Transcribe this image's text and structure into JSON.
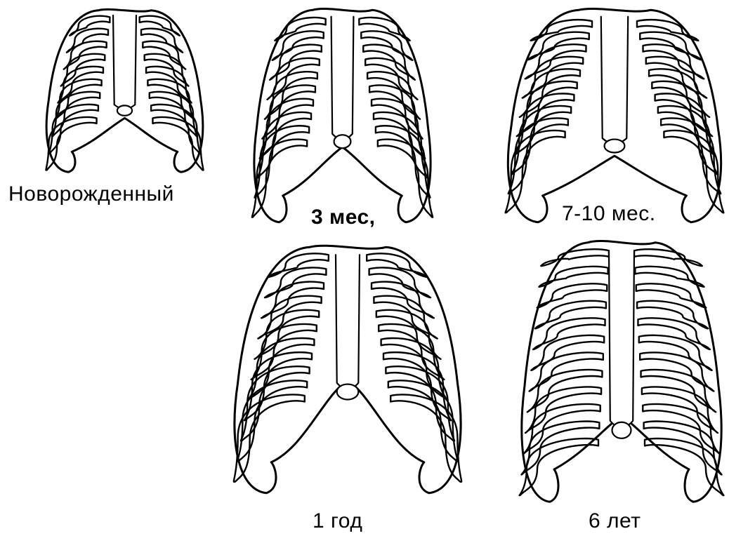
{
  "figures": [
    {
      "id": "newborn",
      "caption": "Новорожденный"
    },
    {
      "id": "3-months",
      "caption": "3 мес,"
    },
    {
      "id": "7-10-months",
      "caption": "7-10 мес."
    },
    {
      "id": "1-year",
      "caption": "1 год"
    },
    {
      "id": "6-years",
      "caption": "6 лет"
    }
  ]
}
